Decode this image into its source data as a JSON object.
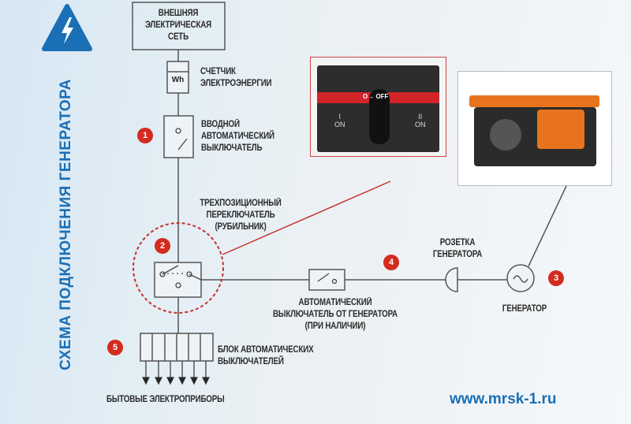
{
  "title": "СХЕМА ПОДКЛЮЧЕНИЯ ГЕНЕРАТОРА",
  "url": "www.mrsk-1.ru",
  "colors": {
    "accent_blue": "#1a6fb5",
    "badge_red": "#d42b20"
  },
  "grid_box": {
    "line1": "ВНЕШНЯЯ",
    "line2": "ЭЛЕКТРИЧЕСКАЯ",
    "line3": "СЕТЬ"
  },
  "meter": {
    "symbol": "Wh",
    "line1": "СЧЕТЧИК",
    "line2": "ЭЛЕКТРОЭНЕРГИИ"
  },
  "main_breaker": {
    "badge": "1",
    "line1": "ВВОДНОЙ",
    "line2": "АВТОМАТИЧЕСКИЙ",
    "line3": "ВЫКЛЮЧАТЕЛЬ"
  },
  "transfer_switch": {
    "badge": "2",
    "line1": "ТРЕХПОЗИЦИОННЫЙ",
    "line2": "ПЕРЕКЛЮЧАТЕЛЬ",
    "line3": "(РУБИЛЬНИК)"
  },
  "switch_photo": {
    "off_label": "O→ OFF",
    "pos1_num": "I",
    "pos1": "ON",
    "pos2_num": "II",
    "pos2": "ON"
  },
  "generator": {
    "badge": "3",
    "label": "ГЕНЕРАТОР"
  },
  "socket": {
    "badge": "4",
    "line1": "РОЗЕТКА",
    "line2": "ГЕНЕРАТОРА"
  },
  "gen_breaker": {
    "line1": "АВТОМАТИЧЕСКИЙ",
    "line2": "ВЫКЛЮЧАТЕЛЬ ОТ ГЕНЕРАТОРА",
    "line3": "(ПРИ НАЛИЧИИ)"
  },
  "breaker_block": {
    "badge": "5",
    "line1": "БЛОК АВТОМАТИЧЕСКИХ",
    "line2": "ВЫКЛЮЧАТЕЛЕЙ"
  },
  "appliances": "БЫТОВЫЕ ЭЛЕКТРОПРИБОРЫ"
}
